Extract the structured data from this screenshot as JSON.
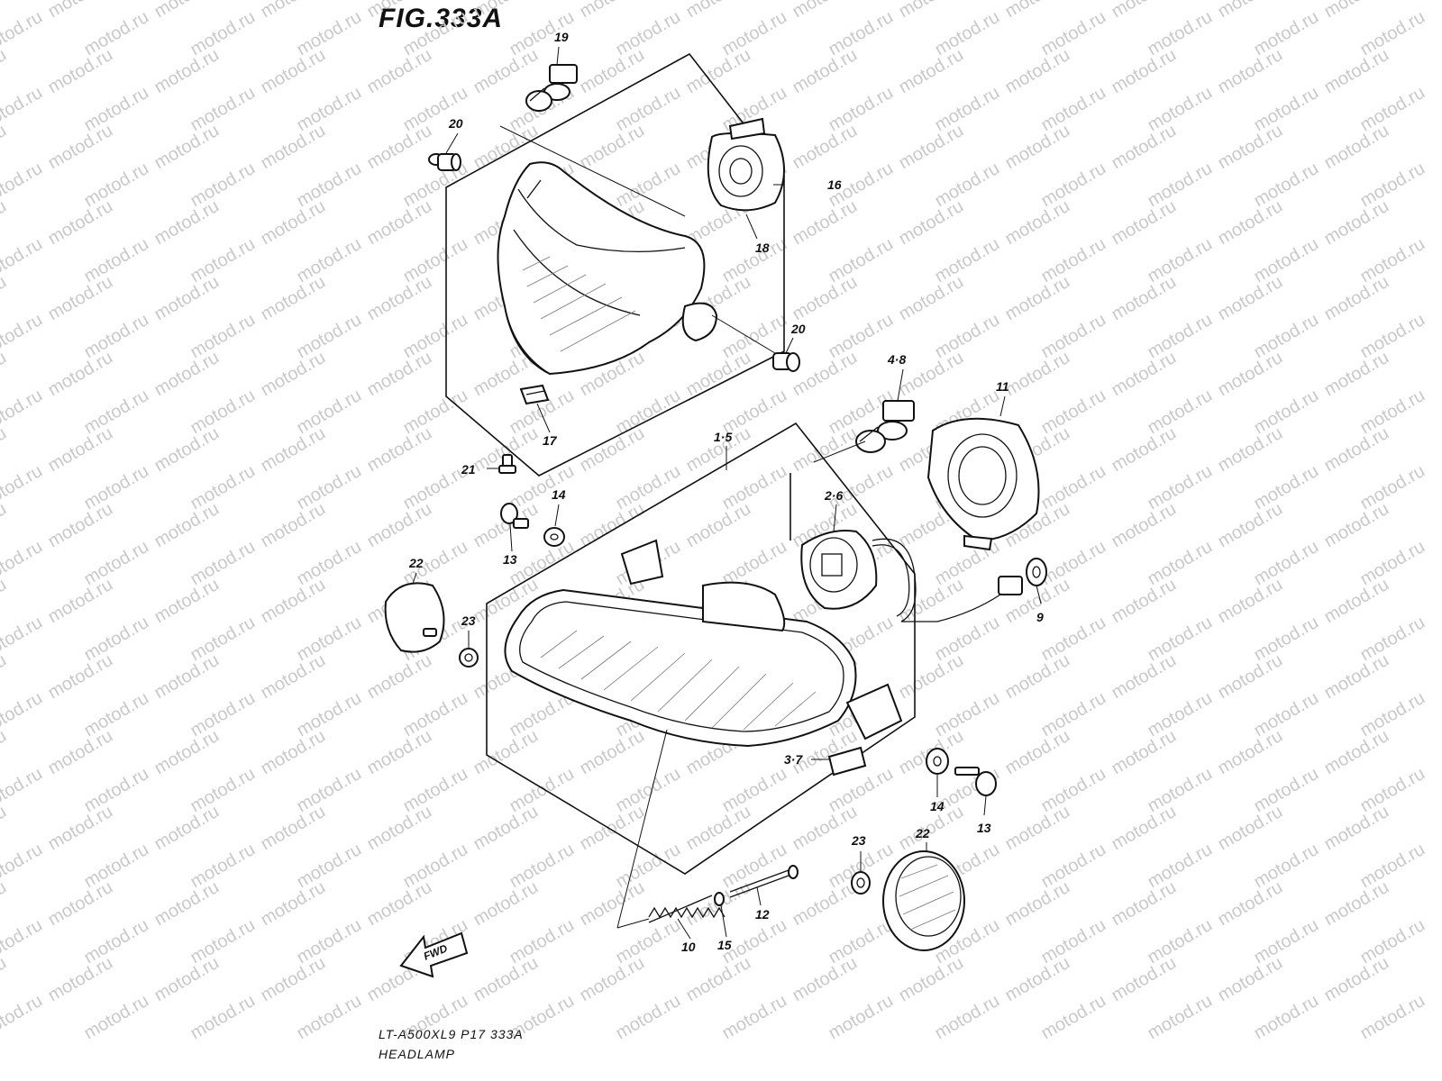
{
  "figure": {
    "title": "FIG.333A",
    "code": "LT-A500XL9  P17  333A",
    "name": "HEADLAMP",
    "watermark": "motod.ru",
    "fwd_label": "FWD"
  },
  "callouts": {
    "c19": "19",
    "c20a": "20",
    "c16": "16",
    "c18": "18",
    "c20b": "20",
    "c17": "17",
    "c21": "21",
    "c48": "4·8",
    "c11": "11",
    "c15r": "1·5",
    "c14a": "14",
    "c26": "2·6",
    "c13a": "13",
    "c22a": "22",
    "c23a": "23",
    "c9": "9",
    "c37": "3·7",
    "c14b": "14",
    "c13b": "13",
    "c23b": "23",
    "c22b": "22",
    "c12": "12",
    "c10": "10",
    "c15": "15"
  }
}
